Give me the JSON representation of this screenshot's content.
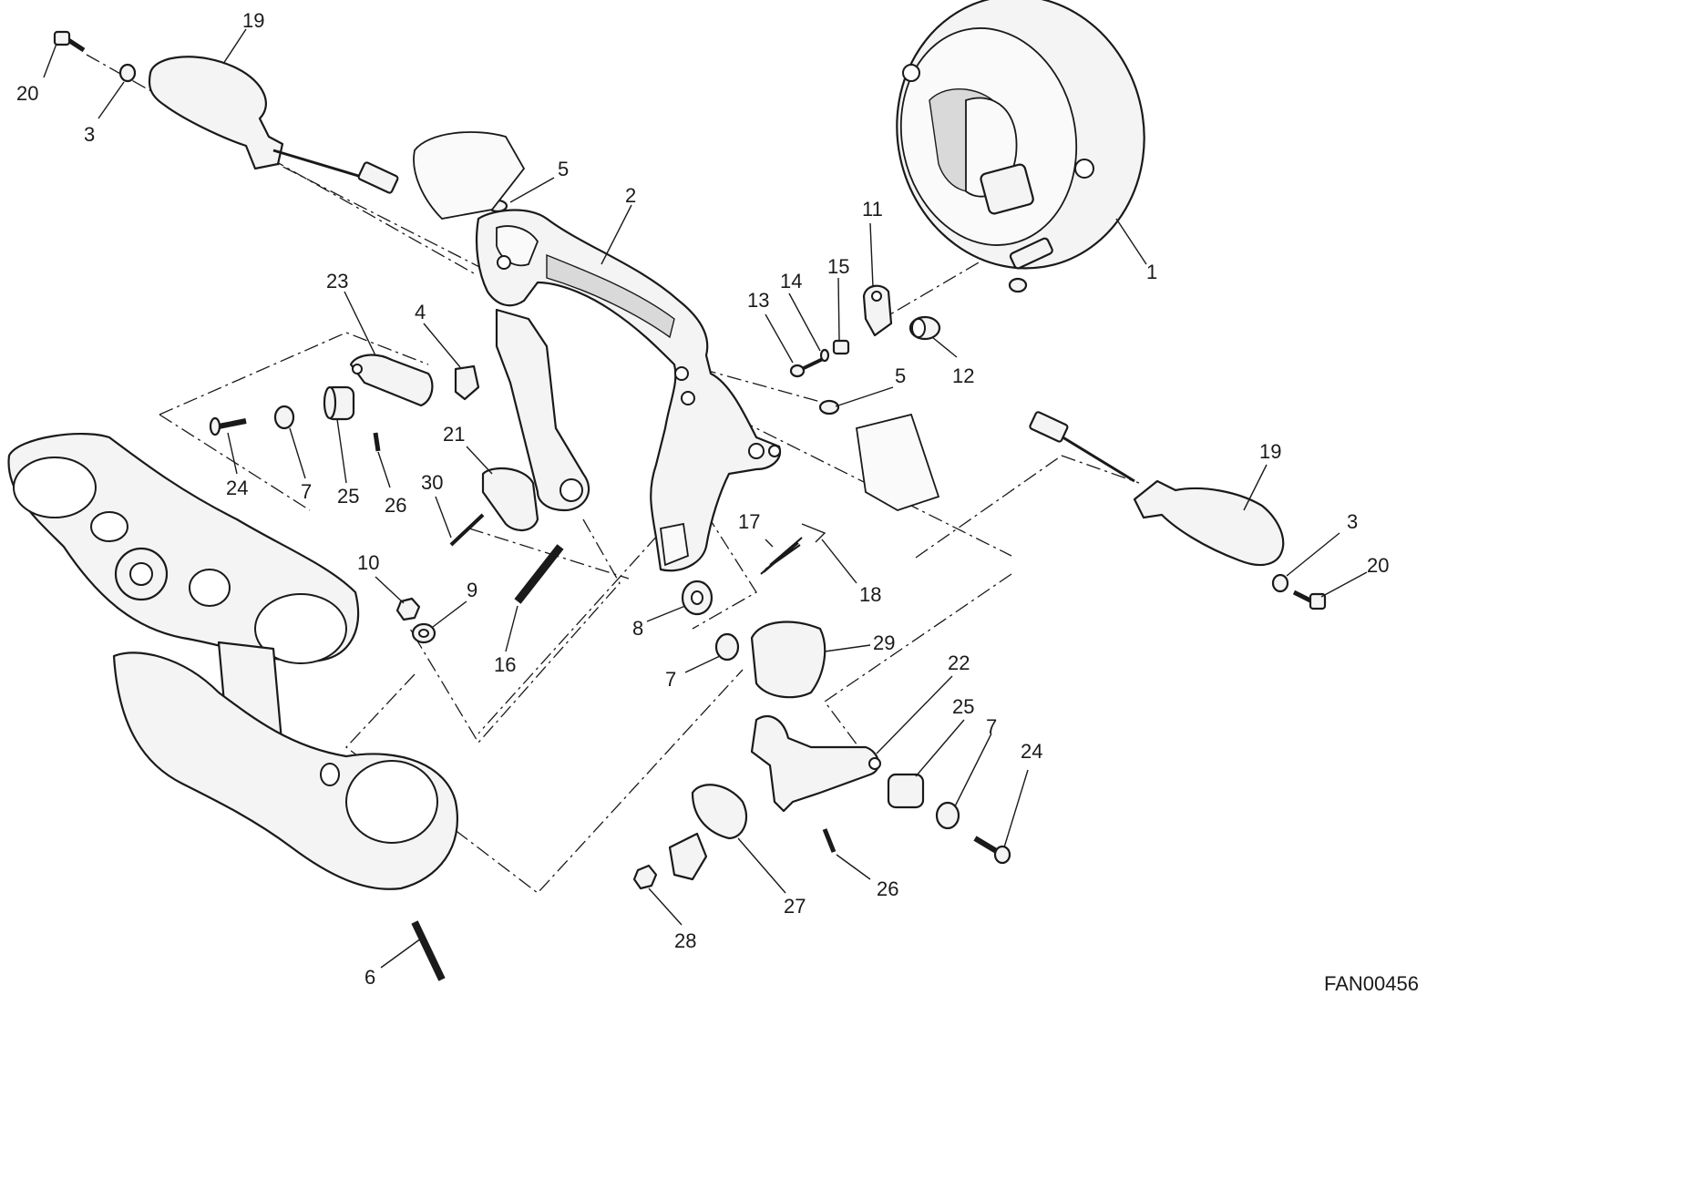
{
  "drawing_code": "FAN00456",
  "labels": {
    "l1": "1",
    "l2": "2",
    "l3a": "3",
    "l3b": "3",
    "l4": "4",
    "l5a": "5",
    "l5b": "5",
    "l6": "6",
    "l7a": "7",
    "l7b": "7",
    "l7c": "7",
    "l8": "8",
    "l9": "9",
    "l10": "10",
    "l11": "11",
    "l12": "12",
    "l13": "13",
    "l14": "14",
    "l15": "15",
    "l16": "16",
    "l17": "17",
    "l18": "18",
    "l19a": "19",
    "l19b": "19",
    "l20a": "20",
    "l20b": "20",
    "l21": "21",
    "l22": "22",
    "l23": "23",
    "l24a": "24",
    "l24b": "24",
    "l25a": "25",
    "l25b": "25",
    "l26a": "26",
    "l26b": "26",
    "l27": "27",
    "l28": "28",
    "l29": "29",
    "l30": "30"
  }
}
